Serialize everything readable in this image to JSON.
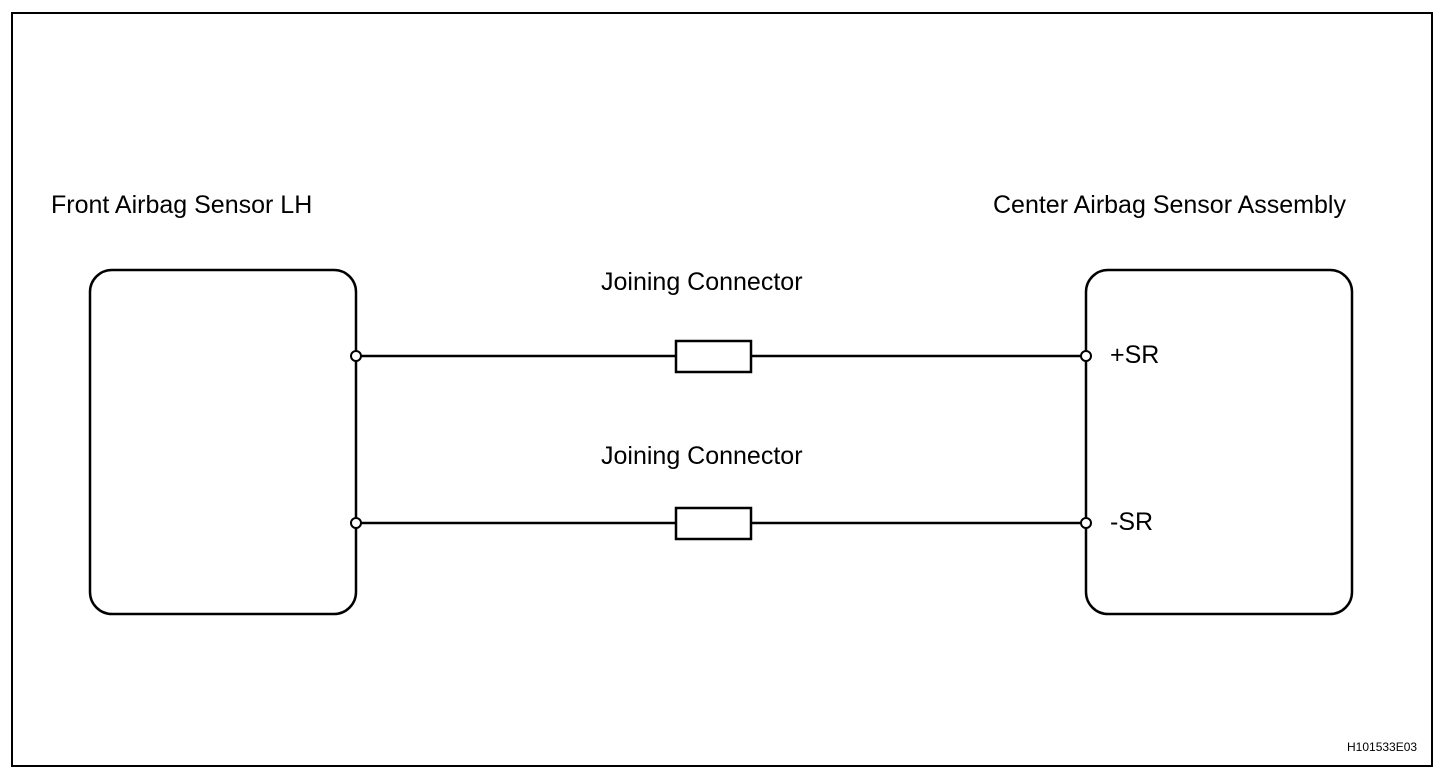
{
  "diagram": {
    "components": {
      "left": {
        "name": "Front Airbag Sensor LH"
      },
      "right": {
        "name": "Center Airbag Sensor Assembly"
      }
    },
    "connectors": [
      {
        "label": "Joining Connector"
      },
      {
        "label": "Joining Connector"
      }
    ],
    "terminals": {
      "positive": "+SR",
      "negative": "-SR"
    },
    "figure_code": "H101533E03"
  }
}
